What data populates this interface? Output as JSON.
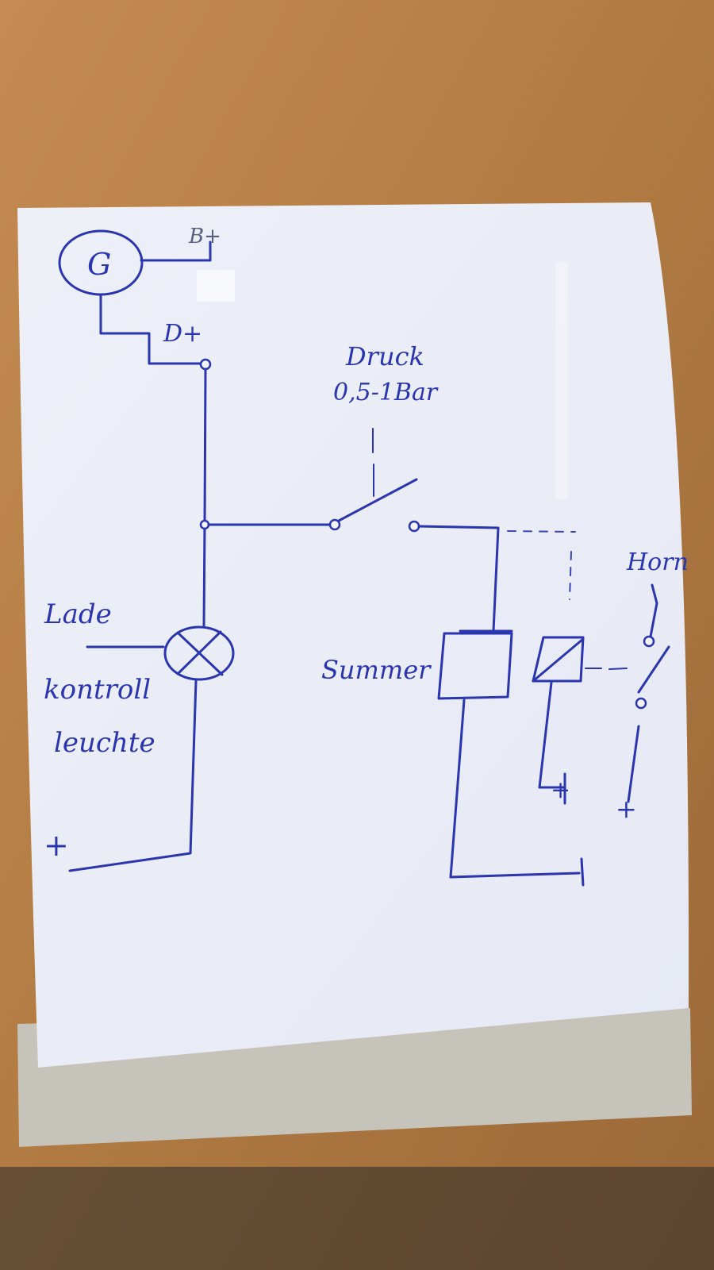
{
  "colors": {
    "ink": "#2a35b0",
    "paper": "#f0f2f9",
    "cardboard": "#c9c7c0",
    "table": "#b8824a"
  },
  "labels": {
    "generator": "G",
    "b_plus": "B+",
    "d_plus": "D+",
    "pressure_switch_name": "Druck",
    "pressure_switch_range": "0,5-1Bar",
    "horn": "Horn",
    "lamp_tag": "Lade",
    "lamp_name_line1": "kontroll",
    "lamp_name_line2": "leuchte",
    "buzzer": "Summer",
    "plus_left": "+",
    "plus_relay": "+",
    "plus_horn": "+"
  },
  "icons": {
    "generator": "circle-G-icon",
    "lamp": "lamp-cross-icon",
    "relay": "relay-coil-icon",
    "switch": "switch-open-icon"
  }
}
